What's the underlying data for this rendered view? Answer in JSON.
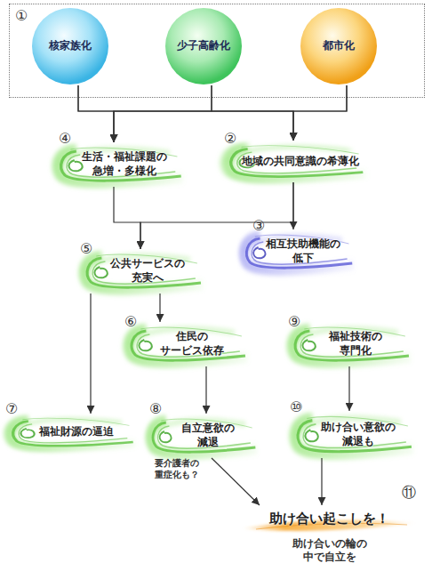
{
  "diagram": {
    "nodes": [
      {
        "text": [
          "①"
        ]
      },
      {
        "text": [
          "核家族化"
        ],
        "in": 0
      },
      {
        "text": [
          "少子高齢化"
        ],
        "in": 0
      },
      {
        "text": [
          "都市化"
        ],
        "in": 0
      },
      {
        "text": [
          "生活・福祉課題の 急増・多様化"
        ]
      },
      {
        "text": [
          "地域の共同意識の希薄化"
        ]
      },
      {
        "text": [
          "相互扶助機能の 低下"
        ]
      },
      {
        "text": [
          "公共サービスの 充実へ"
        ]
      },
      {
        "text": [
          "住民の サービス依存"
        ]
      },
      {
        "text": [
          "福祉技術の 専門化"
        ]
      },
      {
        "text": [
          "福祉財源の逼迫"
        ]
      },
      {
        "text": [
          "自立意欲の 減退"
        ]
      },
      {
        "text": [
          "助け合い意欲の 減退も"
        ]
      },
      {
        "text": [
          "助け合い起こしを！",
          "助け合いの輪の 中で自立を"
        ]
      }
    ],
    "edges": [
      {
        "from": 1,
        "to": 4,
        "arrow": "to"
      },
      {
        "from": 1,
        "to": 5,
        "arrow": "to"
      },
      {
        "from": 2,
        "to": 4,
        "arrow": "to"
      },
      {
        "from": 2,
        "to": 5,
        "arrow": "to"
      },
      {
        "from": 3,
        "to": 4,
        "arrow": "to"
      },
      {
        "from": 3,
        "to": 5,
        "arrow": "to"
      },
      {
        "from": 5,
        "to": 6,
        "arrow": "to"
      },
      {
        "from": 4,
        "to": 7,
        "arrow": "to"
      },
      {
        "from": 5,
        "to": 7,
        "arrow": "to"
      },
      {
        "from": 7,
        "to": 10,
        "arrow": "to"
      },
      {
        "from": 7,
        "to": 8,
        "arrow": "to"
      },
      {
        "from": 8,
        "to": 11,
        "arrow": "to"
      },
      {
        "from": 9,
        "to": 12,
        "arrow": "to"
      },
      {
        "from": 11,
        "to": 13,
        "label": "要介護者の 重症化も？",
        "arrow": "to"
      },
      {
        "from": 12,
        "to": 13,
        "arrow": "to"
      }
    ],
    "labels": [
      "②",
      "③",
      "④",
      "⑤",
      "⑥",
      "⑦",
      "⑧",
      "⑨",
      "⑩",
      "⑪"
    ]
  }
}
